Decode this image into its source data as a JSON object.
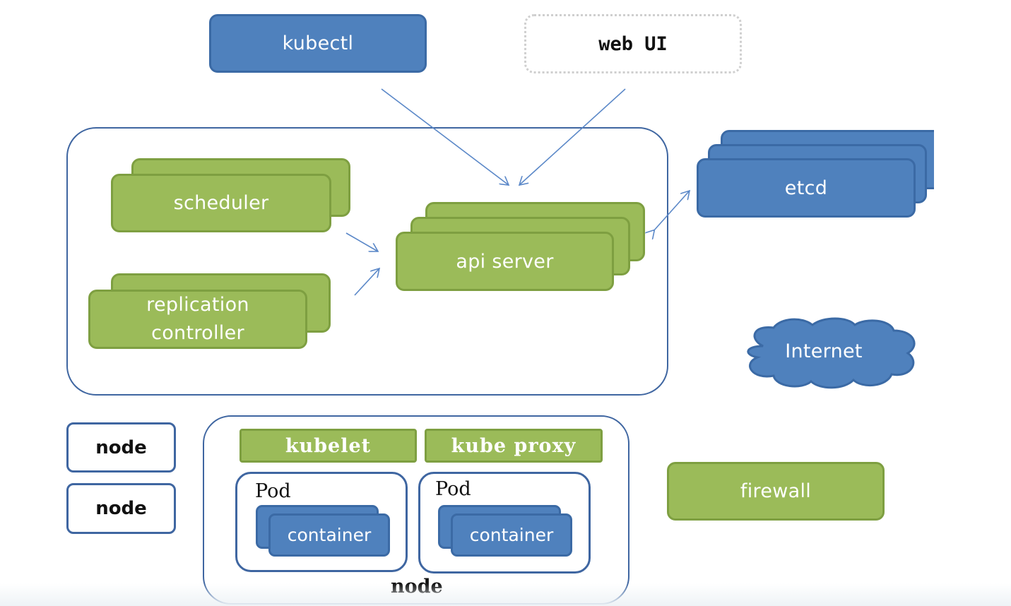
{
  "diagram": {
    "kubectl": "kubectl",
    "web_ui": "web UI",
    "scheduler": "scheduler",
    "replication_line1": "replication",
    "replication_line2": "controller",
    "api_server": "api server",
    "etcd": "etcd",
    "internet": "Internet",
    "node_small_1": "node",
    "node_small_2": "node",
    "kubelet": "kubelet",
    "kube_proxy": "kube proxy",
    "pod_1_title": "Pod",
    "pod_2_title": "Pod",
    "container_1": "container",
    "container_2": "container",
    "node_big_label": "node",
    "firewall": "firewall"
  },
  "colors": {
    "blue": "#4f81bd",
    "green": "#9bbb59",
    "outline": "#3f66a1",
    "arrow": "#5b88c8"
  }
}
